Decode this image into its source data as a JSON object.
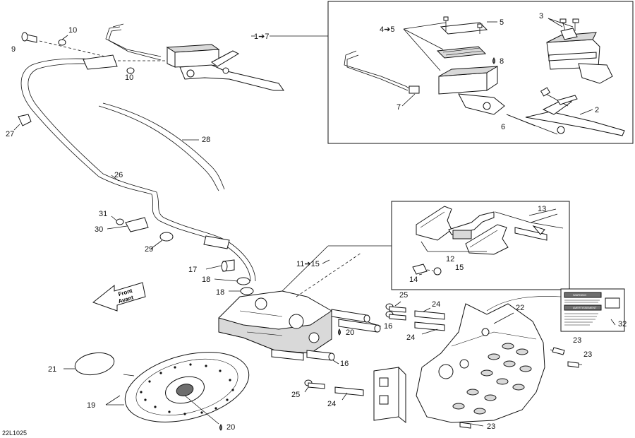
{
  "diagram_code": "22L1025",
  "direction_sign": {
    "line1": "Front",
    "line2": "Avant"
  },
  "labels": {
    "l1_7": "1➔7",
    "l2": "2",
    "l3": "3",
    "l4_5": "4➔5",
    "l5a": "5",
    "l6": "6",
    "l7": "7",
    "l8": "8",
    "l9": "9",
    "l10a": "10",
    "l10b": "10",
    "l11_15": "11➔15",
    "l12": "12",
    "l13": "13",
    "l14": "14",
    "l15": "15",
    "l16a": "16",
    "l16b": "16",
    "l17": "17",
    "l18a": "18",
    "l18b": "18",
    "l19": "19",
    "l20a": "20",
    "l20b": "20",
    "l21": "21",
    "l22": "22",
    "l23a": "23",
    "l23b": "23",
    "l23c": "23",
    "l24a": "24",
    "l24b": "24",
    "l24c": "24",
    "l25a": "25",
    "l25b": "25",
    "l26": "26",
    "l27": "27",
    "l28": "28",
    "l29": "29",
    "l30": "30",
    "l31": "31",
    "l32": "32"
  },
  "warning_decal": {
    "title1": "WARNING",
    "title2": "AVERTISSEMENT"
  },
  "colors": {
    "line": "#111111",
    "shade": "#d9d9d9",
    "dark": "#6e6e6e"
  }
}
